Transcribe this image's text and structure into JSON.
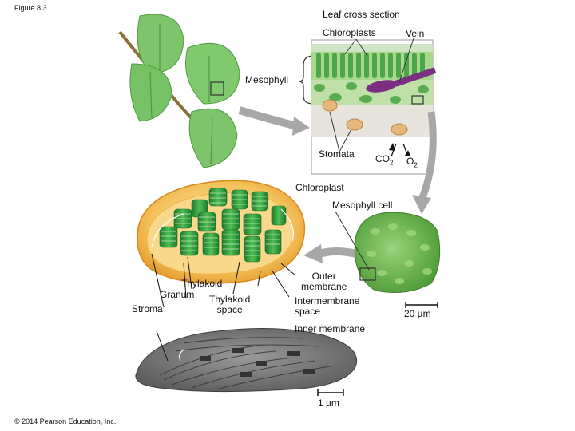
{
  "figure_label": "Figure 8.3",
  "copyright": "© 2014 Pearson Education, Inc.",
  "labels": {
    "leaf_cross_section": "Leaf cross section",
    "chloroplasts": "Chloroplasts",
    "vein": "Vein",
    "mesophyll": "Mesophyll",
    "stomata": "Stomata",
    "co2_base": "CO",
    "co2_sub": "2",
    "o2_base": "O",
    "o2_sub": "2",
    "chloroplast": "Chloroplast",
    "mesophyll_cell": "Mesophyll cell",
    "thylakoid": "Thylakoid",
    "granum": "Granum",
    "thylakoid_space_1": "Thylakoid",
    "thylakoid_space_2": "space",
    "stroma": "Stroma",
    "outer_membrane_1": "Outer",
    "outer_membrane_2": "membrane",
    "intermembrane_1": "Intermembrane",
    "intermembrane_2": "space",
    "inner_membrane": "Inner membrane",
    "scale_20": "20 µm",
    "scale_1": "1 µm"
  },
  "colors": {
    "leaf": "#7dc46a",
    "leaf_vein": "#4f9a45",
    "arrow_gray": "#a7a7a7",
    "chloroplast_envelope": "#f2b343",
    "chloroplast_inner": "#f8d98b",
    "granum_green": "#2e9b3e",
    "mesophyll_cell": "#6fbe4c",
    "vein_purple": "#7a2f82",
    "micrograph_gray": "#7c7c7c"
  }
}
